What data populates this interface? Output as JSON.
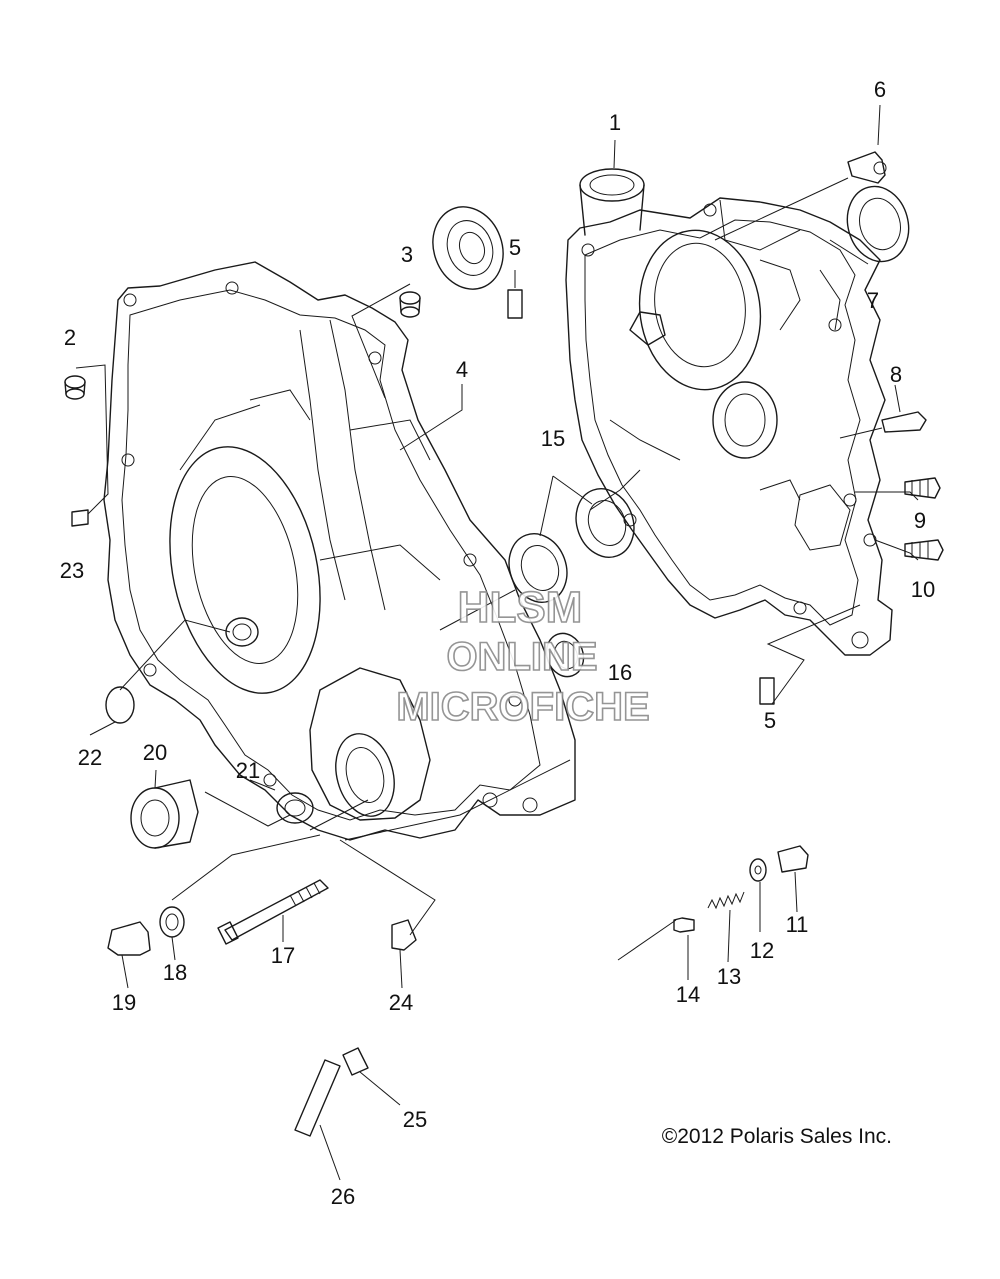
{
  "diagram": {
    "callouts": [
      {
        "id": "1",
        "text": "1"
      },
      {
        "id": "2",
        "text": "2"
      },
      {
        "id": "3",
        "text": "3"
      },
      {
        "id": "4",
        "text": "4"
      },
      {
        "id": "5a",
        "text": "5"
      },
      {
        "id": "5b",
        "text": "5"
      },
      {
        "id": "6",
        "text": "6"
      },
      {
        "id": "7",
        "text": "7"
      },
      {
        "id": "8",
        "text": "8"
      },
      {
        "id": "9",
        "text": "9"
      },
      {
        "id": "10",
        "text": "10"
      },
      {
        "id": "11",
        "text": "11"
      },
      {
        "id": "12",
        "text": "12"
      },
      {
        "id": "13",
        "text": "13"
      },
      {
        "id": "14",
        "text": "14"
      },
      {
        "id": "15",
        "text": "15"
      },
      {
        "id": "16",
        "text": "16"
      },
      {
        "id": "17",
        "text": "17"
      },
      {
        "id": "18",
        "text": "18"
      },
      {
        "id": "19",
        "text": "19"
      },
      {
        "id": "20",
        "text": "20"
      },
      {
        "id": "21",
        "text": "21"
      },
      {
        "id": "22",
        "text": "22"
      },
      {
        "id": "23",
        "text": "23"
      },
      {
        "id": "24",
        "text": "24"
      },
      {
        "id": "25",
        "text": "25"
      },
      {
        "id": "26",
        "text": "26"
      }
    ],
    "watermark": {
      "line1": "HLSM",
      "line2": "ONLINE",
      "line3": "MICROFICHE"
    },
    "copyright": "©2012 Polaris Sales Inc.",
    "colors": {
      "ink": "#1a1a1a",
      "watermark_stroke": "#8a8a8a",
      "background": "#ffffff"
    }
  }
}
